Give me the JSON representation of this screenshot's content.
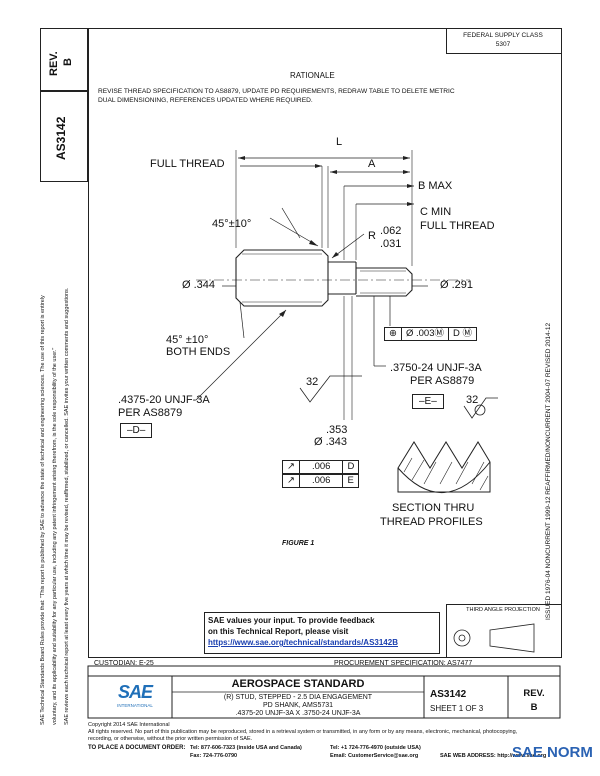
{
  "left_margin": {
    "rev": "REV.",
    "rev_letter": "B",
    "doc_number": "AS3142",
    "notice_lines": [
      "SAE Technical Standards Board Rules provide that: \"This report is published by SAE to advance the state of technical and engineering sciences. The use of this report is entirely",
      "voluntary, and its applicability and suitability for any particular use, including any patent infringement arising therefrom, is the sole responsibility of the user.\"",
      "SAE reviews each technical report at least every five years at which time it may be revised, reaffirmed, stabilized, or cancelled. SAE invites your written comments and suggestions."
    ]
  },
  "right_margin": {
    "text": "ISSUED 1976-04   NONCURRENT 1999-12   REAFFIRMED/NONCURRENT 2004-07   REVISED 2014-12"
  },
  "header": {
    "fed_sup_class_line1": "FEDERAL SUPPLY CLASS",
    "fed_sup_class_line2": "5307",
    "rationale_title": "RATIONALE",
    "rationale_line1": "REVISE THREAD SPECIFICATION TO AS8879, UPDATE PD REQUIREMENTS, REDRAW TABLE TO DELETE METRIC",
    "rationale_line2": "DUAL DIMENSIONING, REFERENCES UPDATED WHERE REQUIRED."
  },
  "drawing": {
    "dim_L": "L",
    "dim_A": "A",
    "full_thread": "FULL THREAD",
    "b_max": "B MAX",
    "c_min": "C MIN",
    "full_thread_2": "FULL THREAD",
    "chamfer": "45°±10°",
    "radius_prefix": "R",
    "radius_1": ".062",
    "radius_2": ".031",
    "dia_344": "Ø .344",
    "dia_291": "Ø .291",
    "position_tol": {
      "sym": "⊕",
      "value": "Ø .003Ⓜ",
      "ref": "D Ⓜ"
    },
    "chamfer_both_1": "45° ±10°",
    "chamfer_both_2": "BOTH ENDS",
    "thread_right_1": ".3750-24 UNJF-3A",
    "thread_right_2": "PER AS8879",
    "datum_E": "–E–",
    "thread_left_1": ".4375-20 UNJF-3A",
    "thread_left_2": "PER AS8879",
    "datum_D": "–D–",
    "finish_32a": "32",
    "finish_32b": "32",
    "dia_353": ".353",
    "dia_343": "Ø .343",
    "runout_1": {
      "sym": "↗",
      "value": ".006",
      "ref": "D"
    },
    "runout_2": {
      "sym": "↗",
      "value": ".006",
      "ref": "E"
    },
    "section_1": "SECTION THRU",
    "section_2": "THREAD PROFILES",
    "figure": "FIGURE 1"
  },
  "feedback": {
    "line1": "SAE values your input. To provide feedback",
    "line2": "on this Technical Report, please visit",
    "link": "https://www.sae.org/technical/standards/AS3142B"
  },
  "projection_label": "THIRD ANGLE PROJECTION",
  "title_block": {
    "custodian": "CUSTODIAN: E-25",
    "procurement": "PROCUREMENT SPECIFICATION: AS7477",
    "aero_std": "AEROSPACE STANDARD",
    "desc1": "(R) STUD, STEPPED - 2.5 DIA ENGAGEMENT",
    "desc2": "PD SHANK, AMS5731",
    "desc3": ".4375-20 UNJF-3A X .3750-24 UNJF-3A",
    "doc_number": "AS3142",
    "sheet": "SHEET 1 OF 3",
    "rev": "REV.",
    "rev_letter": "B",
    "sae_logo": "SAE",
    "sae_intl": "INTERNATIONAL"
  },
  "footer": {
    "copyright": "Copyright 2014 SAE International",
    "rights1": "All rights reserved. No part of this publication may be reproduced, stored in a retrieval system or transmitted, in any form or by any means, electronic, mechanical, photocopying,",
    "rights2": "recording, or otherwise, without the prior written permission of SAE.",
    "order_label": "TO PLACE A DOCUMENT ORDER:",
    "tel1": "Tel: 877-606-7323 (inside USA and Canada)",
    "tel2": "Tel: +1 724-776-4970 (outside USA)",
    "fax": "Fax: 724-776-0790",
    "email": "Email: CustomerService@sae.org",
    "web": "SAE WEB ADDRESS: http://www.sae.org",
    "watermark": "SAE NORM"
  },
  "colors": {
    "line": "#222222",
    "link": "#1a3fb0",
    "sae_blue": "#1f6fb8",
    "watermark": "#2a62b3"
  }
}
